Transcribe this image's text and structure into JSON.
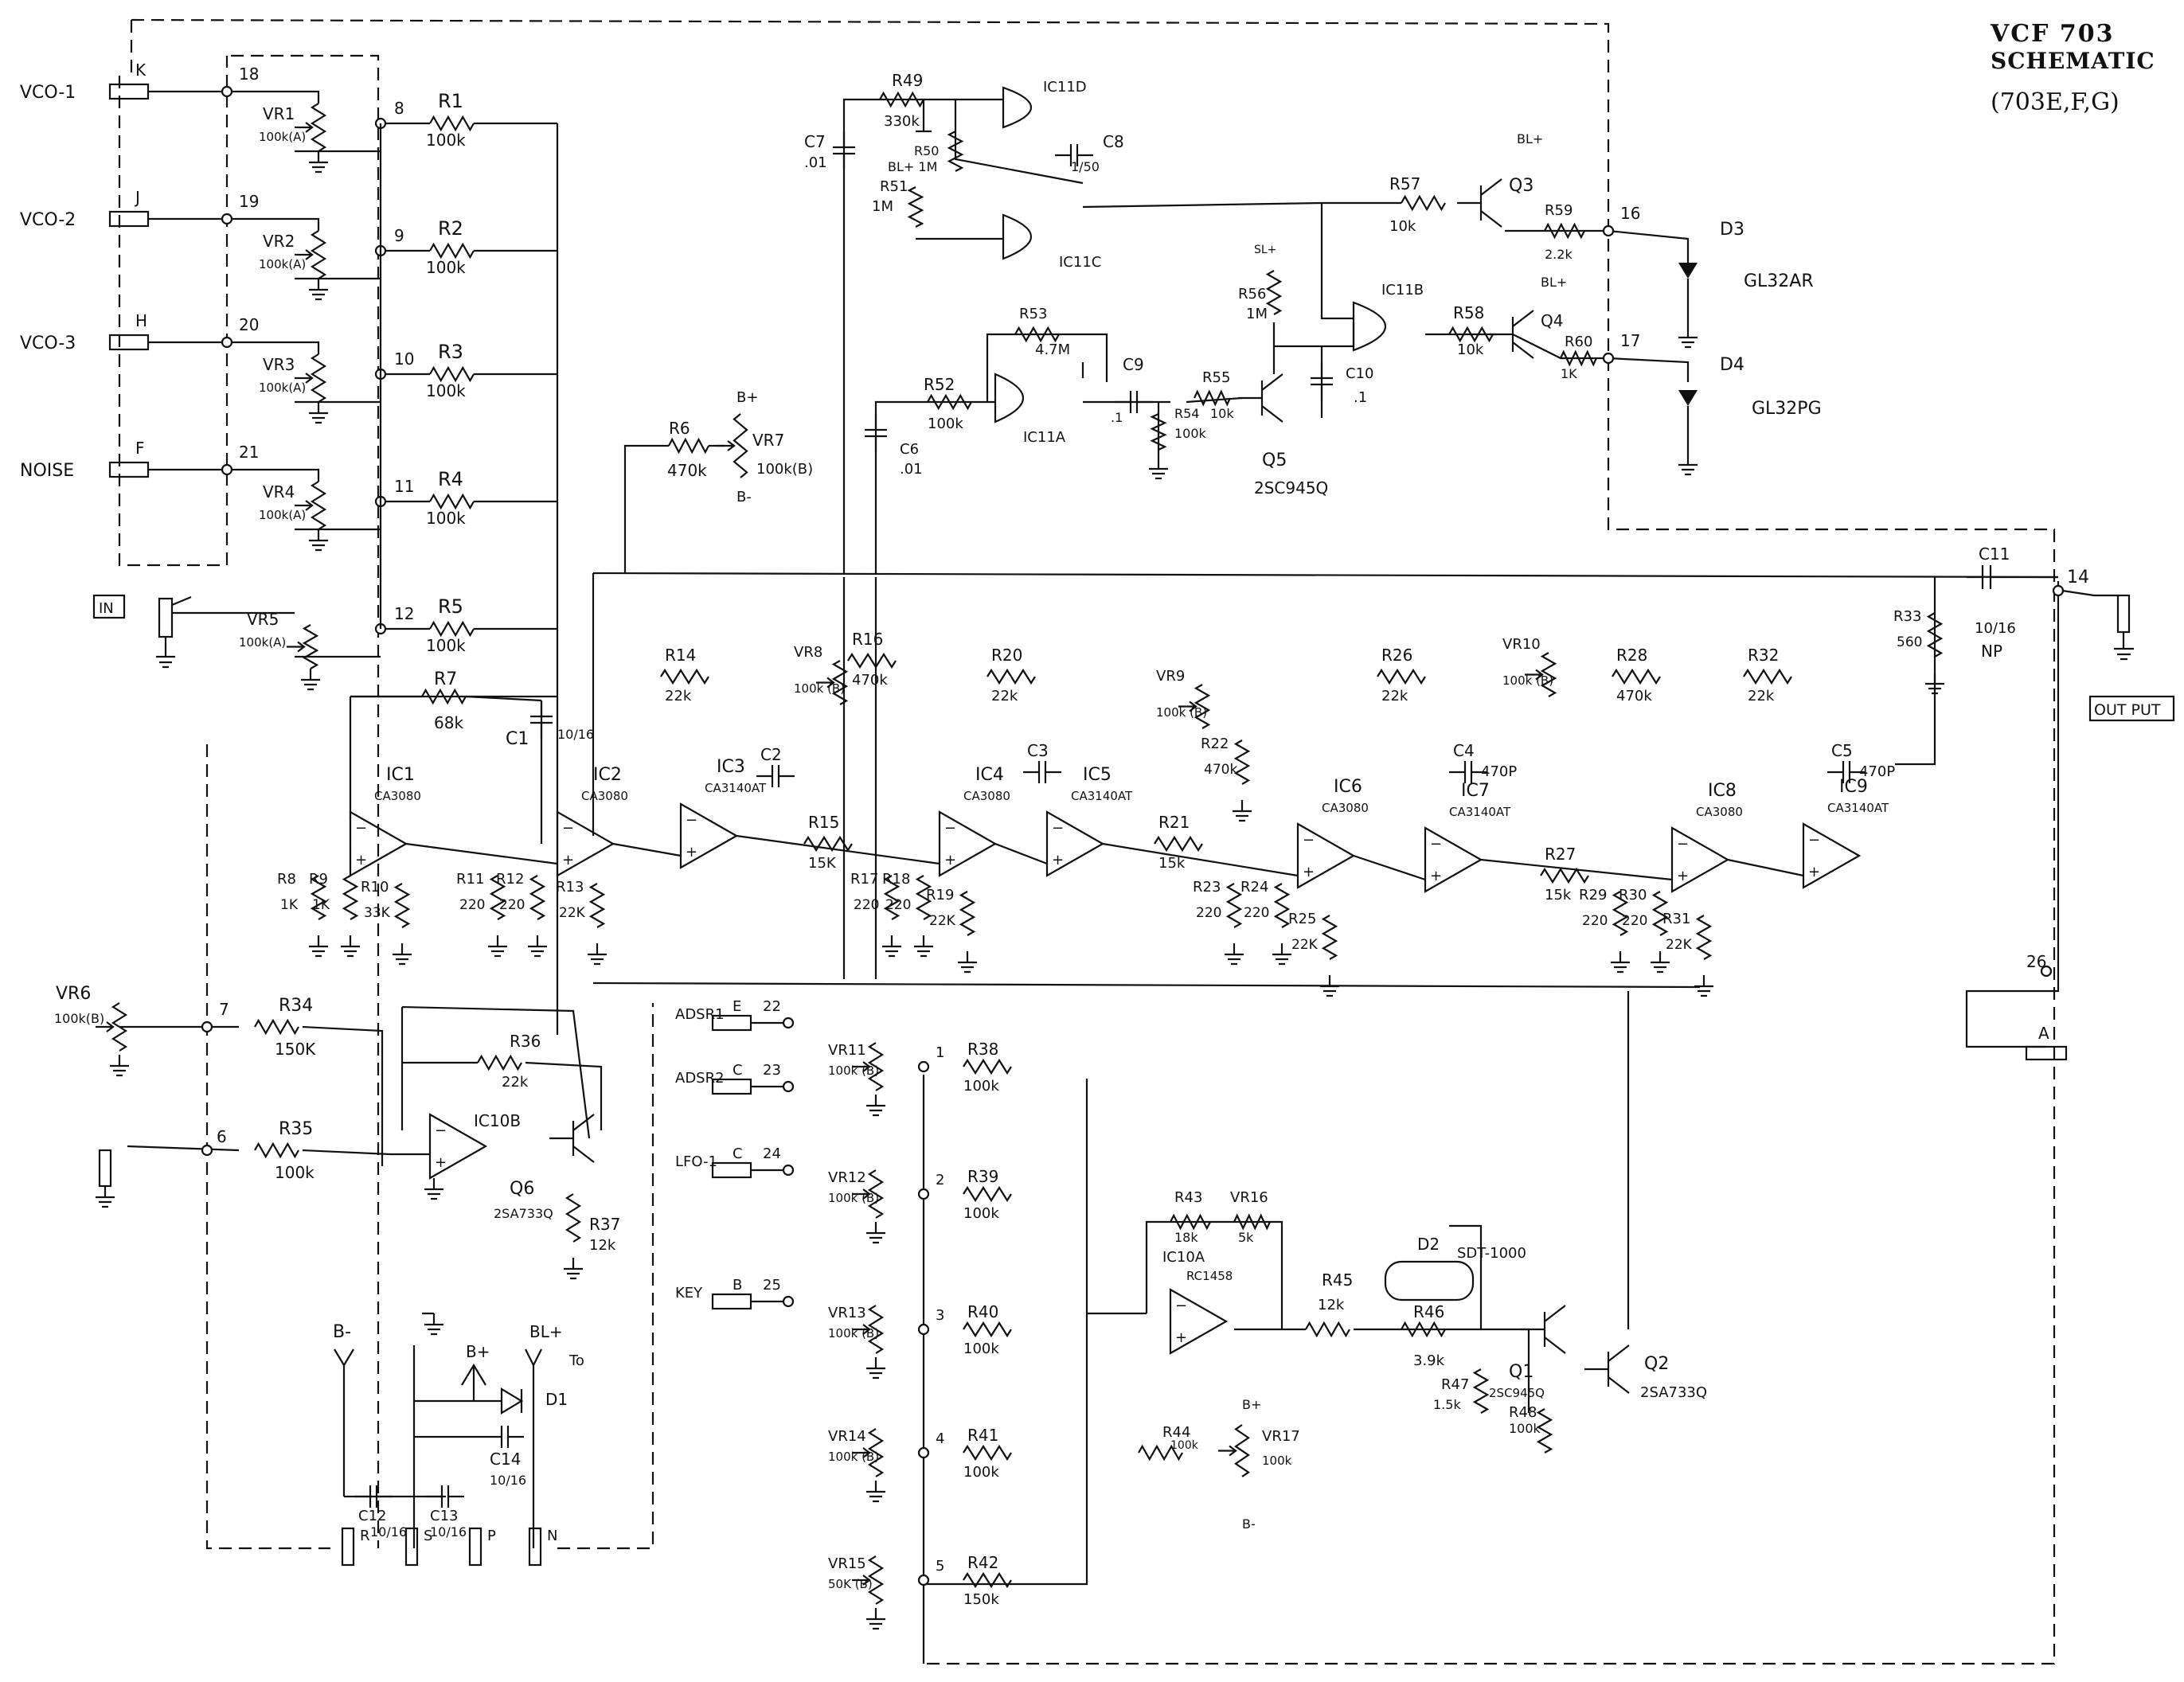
{
  "title": {
    "line1": "VCF   703",
    "line2": "SCHEMATIC",
    "line3": "(703E,F,G)"
  },
  "inputs": [
    "VCO-1",
    "VCO-2",
    "VCO-3",
    "NOISE"
  ],
  "input_pins": [
    "K",
    "J",
    "H",
    "F"
  ],
  "input_nodes": [
    "18",
    "19",
    "20",
    "21"
  ],
  "in_box": "IN",
  "vr_inputs": [
    {
      "name": "VR1",
      "val": "100k(A)"
    },
    {
      "name": "VR2",
      "val": "100k(A)"
    },
    {
      "name": "VR3",
      "val": "100k(A)"
    },
    {
      "name": "VR4",
      "val": "100k(A)"
    },
    {
      "name": "VR5",
      "val": "100k(A)"
    }
  ],
  "mix_nodes": [
    "8",
    "9",
    "10",
    "11",
    "12"
  ],
  "mix_res": [
    {
      "name": "R1",
      "val": "100k"
    },
    {
      "name": "R2",
      "val": "100k"
    },
    {
      "name": "R3",
      "val": "100k"
    },
    {
      "name": "R4",
      "val": "100k"
    },
    {
      "name": "R5",
      "val": "100k"
    }
  ],
  "r7": {
    "name": "R7",
    "val": "68k"
  },
  "c1": {
    "name": "C1",
    "val": "10/16"
  },
  "r6": {
    "name": "R6",
    "val": "470k"
  },
  "vr7": {
    "name": "VR7",
    "val": "100k(B)",
    "plus": "B+",
    "minus": "B-"
  },
  "ics": [
    {
      "name": "IC1",
      "type": "CA3080"
    },
    {
      "name": "IC2",
      "type": "CA3080"
    },
    {
      "name": "IC3",
      "type": "CA3140AT"
    },
    {
      "name": "IC4",
      "type": "CA3080"
    },
    {
      "name": "IC5",
      "type": "CA3140AT"
    },
    {
      "name": "IC6",
      "type": "CA3080"
    },
    {
      "name": "IC7",
      "type": "CA3140AT"
    },
    {
      "name": "IC8",
      "type": "CA3080"
    },
    {
      "name": "IC9",
      "type": "CA3140AT"
    }
  ],
  "filter_parts": [
    {
      "name": "R8",
      "val": "1K"
    },
    {
      "name": "R9",
      "val": "1K"
    },
    {
      "name": "R10",
      "val": "33K"
    },
    {
      "name": "R11",
      "val": "220"
    },
    {
      "name": "R12",
      "val": "220"
    },
    {
      "name": "R13",
      "val": "22K"
    },
    {
      "name": "R14",
      "val": "22k"
    },
    {
      "name": "R15",
      "val": "15K"
    },
    {
      "name": "R16",
      "val": "470k"
    },
    {
      "name": "R17",
      "val": "220"
    },
    {
      "name": "R18",
      "val": "220"
    },
    {
      "name": "R19",
      "val": "22K"
    },
    {
      "name": "R20",
      "val": "22k"
    },
    {
      "name": "R21",
      "val": "15k"
    },
    {
      "name": "R22",
      "val": "470k"
    },
    {
      "name": "R23",
      "val": "220"
    },
    {
      "name": "R24",
      "val": "220"
    },
    {
      "name": "R25",
      "val": "22K"
    },
    {
      "name": "R26",
      "val": "22k"
    },
    {
      "name": "R27",
      "val": "15k"
    },
    {
      "name": "R28",
      "val": "470k"
    },
    {
      "name": "R29",
      "val": "220"
    },
    {
      "name": "R30",
      "val": "220"
    },
    {
      "name": "R31",
      "val": "22K"
    },
    {
      "name": "R32",
      "val": "22k"
    },
    {
      "name": "R33",
      "val": "560"
    }
  ],
  "filter_caps": [
    "C2",
    "C3",
    "C4",
    "C5"
  ],
  "cap_vals": {
    "C4": "470P",
    "C5": "470P"
  },
  "vr_filter": [
    {
      "name": "VR8",
      "val": "100k (B)"
    },
    {
      "name": "VR9",
      "val": "100k (B)"
    },
    {
      "name": "VR10",
      "val": "100k (B)"
    }
  ],
  "c11": {
    "name": "C11",
    "val": "10/16",
    "np": "NP"
  },
  "out_node": "14",
  "output_box": "OUT PUT",
  "led_section": {
    "r49": "R49",
    "r49v": "330k",
    "c7": "C7",
    "c7v": ".01",
    "r50": "R50",
    "r50v": "BL+ 1M",
    "r51": "R51",
    "r51v": "1M",
    "ic11d": "IC11D",
    "ic11c": "IC11C",
    "c8": "C8",
    "c8v": "1/50",
    "r53": "R53",
    "r53v": "4.7M",
    "r52": "R52",
    "r52v": "100k",
    "ic11a": "IC11A",
    "c9": "C9",
    "c9v": ".1",
    "c6": "C6",
    "c6v": ".01",
    "r54": "R54",
    "r54v": "100k",
    "r55": "R55",
    "r55v": "10k",
    "q5": "Q5",
    "q5t": "2SC945Q",
    "r56": "R56",
    "r56v": "1M",
    "sl": "SL+",
    "c10": "C10",
    "c10v": ".1",
    "ic11b": "IC11B",
    "r57": "R57",
    "r57v": "10k",
    "q3": "Q3",
    "bl": "BL+",
    "r59": "R59",
    "r59v": "2.2k",
    "r58": "R58",
    "r58v": "10k",
    "q4": "Q4",
    "r60": "R60",
    "r60v": "1K",
    "n16": "16",
    "n17": "17",
    "d3": "D3",
    "d3t": "GL32AR",
    "d4": "D4",
    "d4t": "GL32PG"
  },
  "cv_section": {
    "vr6": "VR6",
    "vr6v": "100k(B)",
    "n7": "7",
    "r34": "R34",
    "r34v": "150K",
    "n6": "6",
    "r35": "R35",
    "r35v": "100k",
    "r36": "R36",
    "r36v": "22k",
    "ic10b": "IC10B",
    "q6": "Q6",
    "q6t": "2SA733Q",
    "r37": "R37",
    "r37v": "12k"
  },
  "mod_section": {
    "adsr1": "ADSR1",
    "adsr2": "ADSR2",
    "lfo1": "LFO-1",
    "key": "KEY",
    "pins": [
      "E",
      "C",
      "C",
      "B"
    ],
    "nodes": [
      "22",
      "23",
      "24",
      "25"
    ],
    "vrs": [
      {
        "n": "VR11",
        "v": "100k (B)"
      },
      {
        "n": "VR12",
        "v": "100k (B)"
      },
      {
        "n": "VR13",
        "v": "100k (B)"
      },
      {
        "n": "VR14",
        "v": "100k (B)"
      },
      {
        "n": "VR15",
        "v": "50K (B)"
      }
    ],
    "mnodes": [
      "1",
      "2",
      "3",
      "4",
      "5"
    ],
    "res": [
      {
        "n": "R38",
        "v": "100k"
      },
      {
        "n": "R39",
        "v": "100k"
      },
      {
        "n": "R40",
        "v": "100k"
      },
      {
        "n": "R41",
        "v": "100k"
      },
      {
        "n": "R42",
        "v": "150k"
      }
    ],
    "r43": "R43",
    "r43v": "18k",
    "vr16": "VR16",
    "vr16v": "5k",
    "ic10a": "IC10A",
    "ic10at": "RC1458",
    "r44": "R44",
    "r44v": "100k",
    "vr17": "VR17",
    "vr17v": "100k",
    "bplus": "B+",
    "bminus": "B-",
    "r45": "R45",
    "r45v": "12k",
    "d2": "D2",
    "d2t": "SDT-1000",
    "r46": "R46",
    "r46v": "3.9k",
    "q1": "Q1",
    "q1t": "2SC945Q",
    "q2": "Q2",
    "q2t": "2SA733Q",
    "r47": "R47",
    "r47v": "1.5k",
    "r48": "R48",
    "r48v": "100k",
    "n26": "26",
    "pinA": "A"
  },
  "power": {
    "bminus": "B-",
    "bplus": "B+",
    "blplus": "BL+",
    "to": "To",
    "d1": "D1",
    "c12": "C12",
    "c12v": "10/16",
    "c13": "C13",
    "c13v": "10/16",
    "c14": "C14",
    "c14v": "10/16",
    "pins": [
      "R",
      "S",
      "P",
      "N"
    ]
  }
}
